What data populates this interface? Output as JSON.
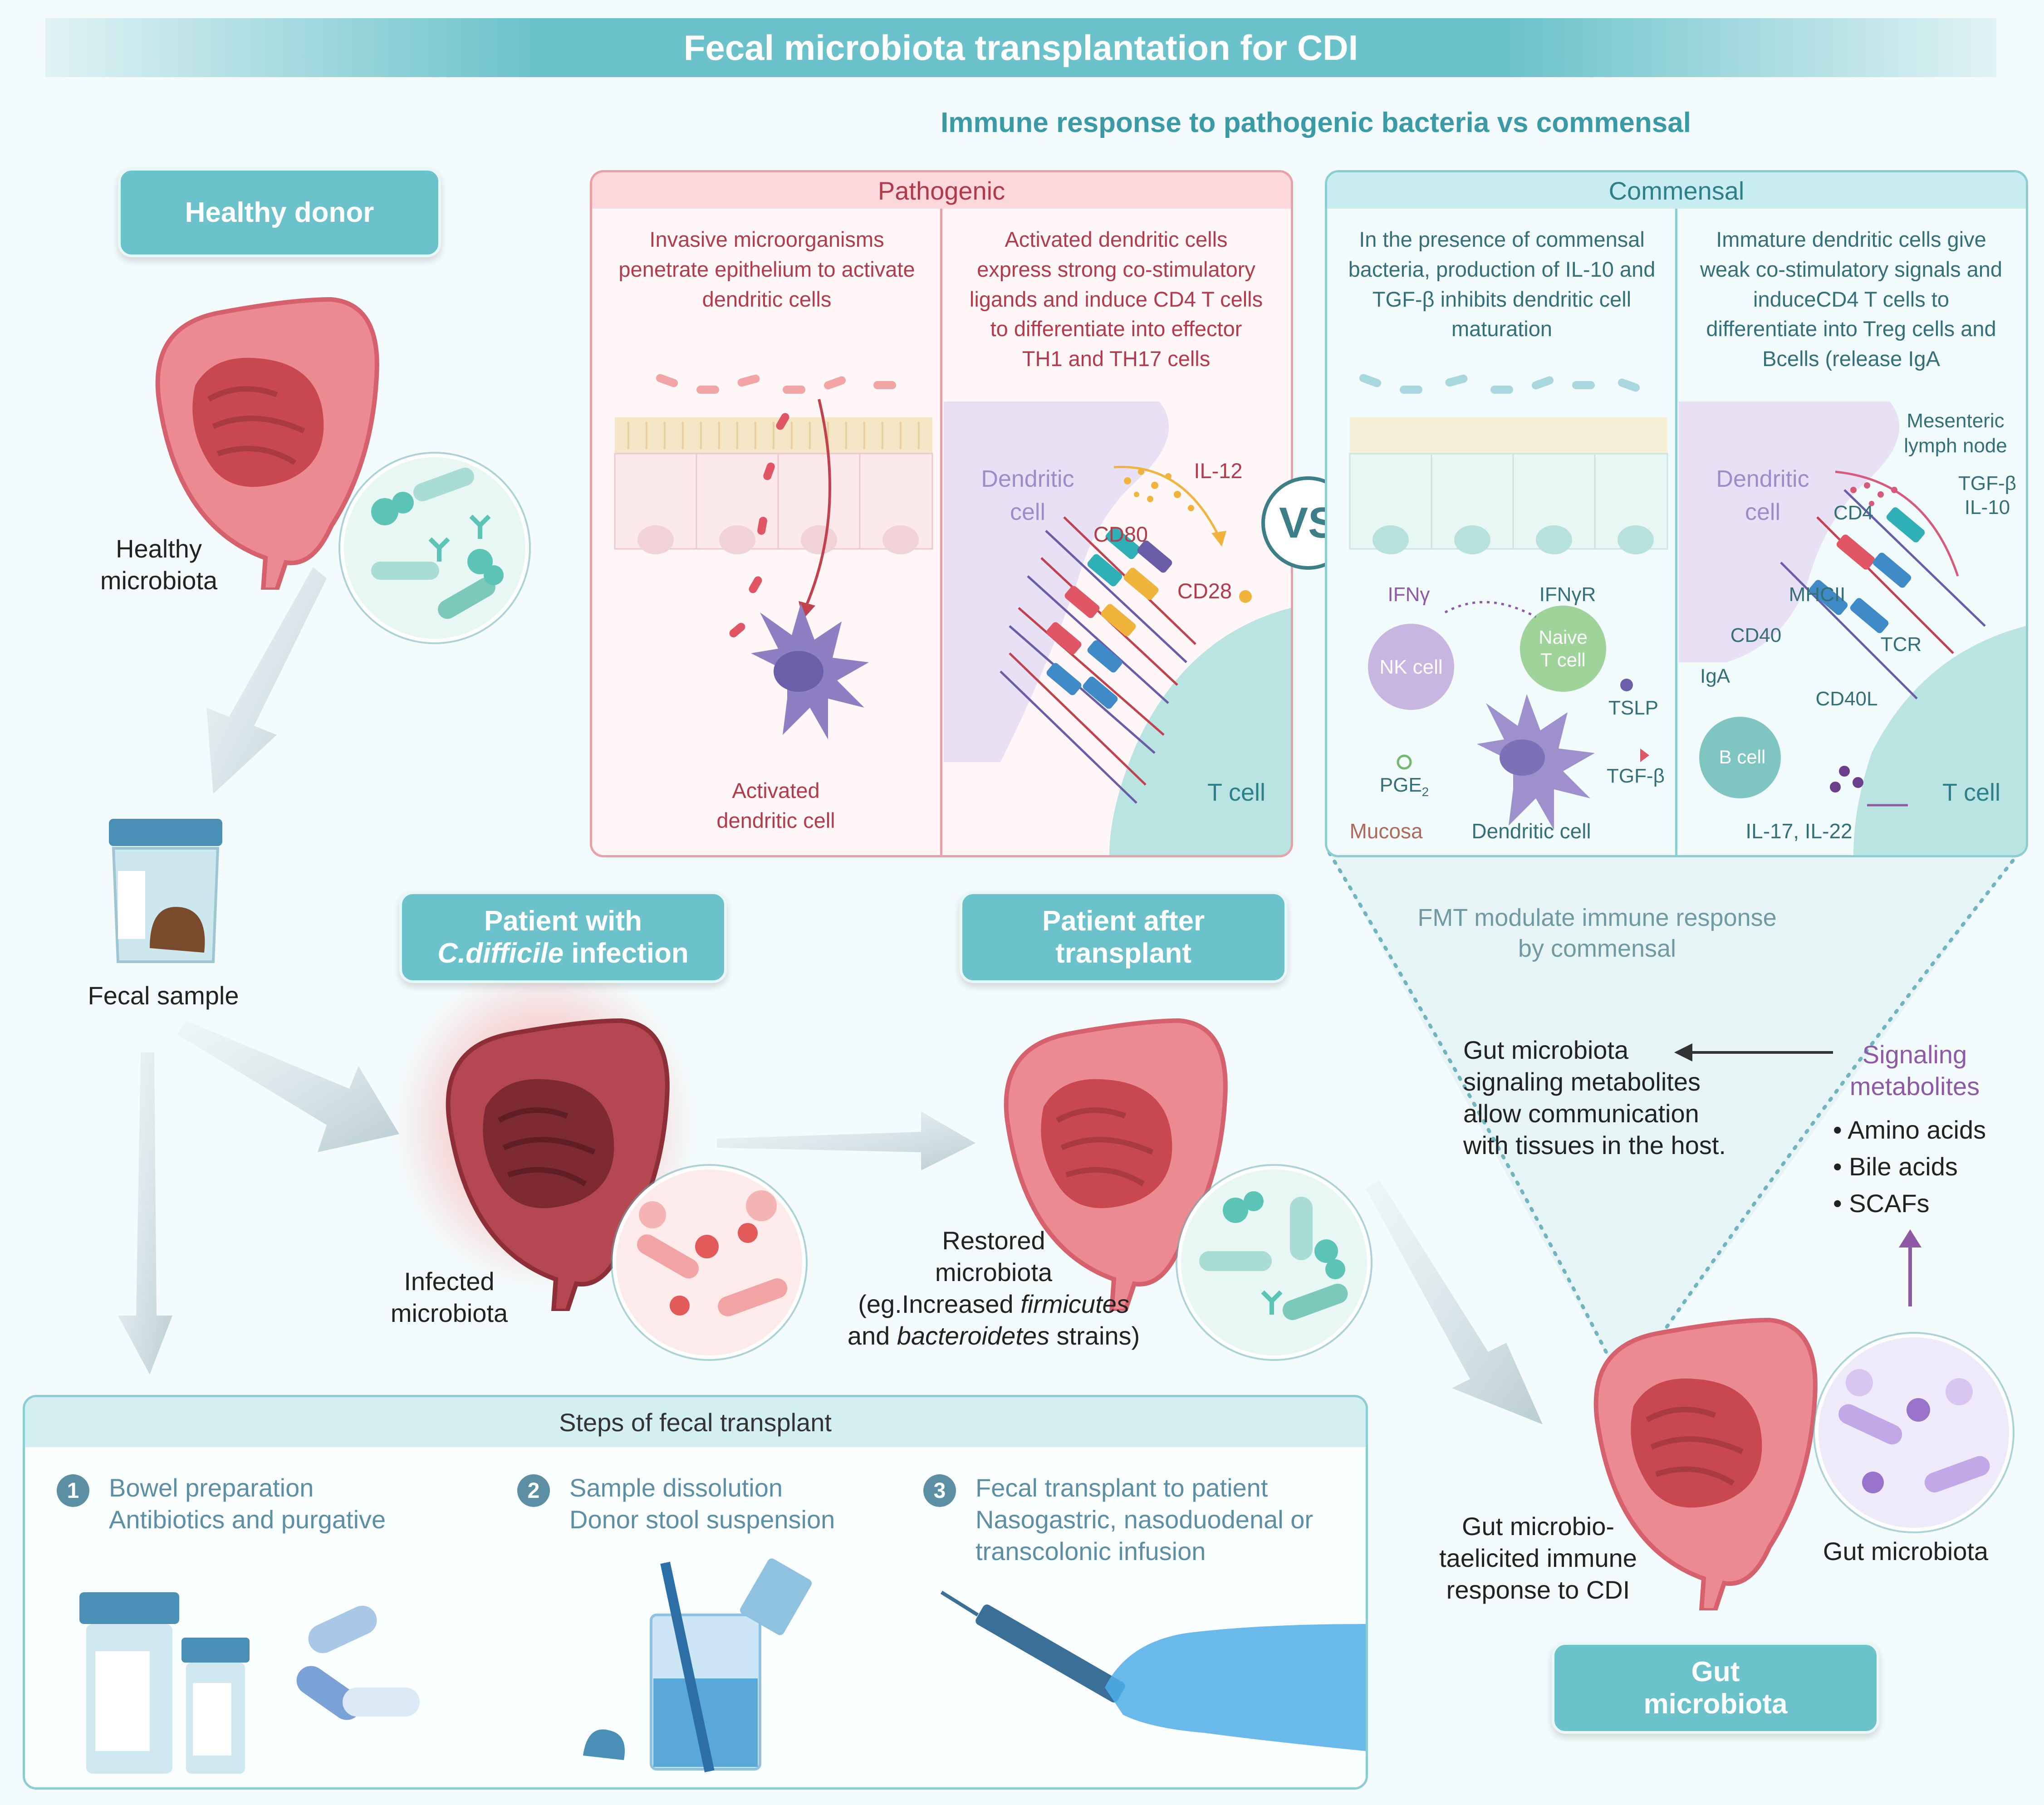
{
  "title": "Fecal microbiota transplantation for CDI",
  "subtitle": "Immune response to  pathogenic bacteria vs commensal",
  "healthy_donor": {
    "badge": "Healthy donor",
    "microbiota_label": [
      "Healthy",
      "microbiota"
    ]
  },
  "fecal_sample_label": "Fecal sample",
  "patient_cdi": {
    "badge_line1": "Patient with",
    "badge_italic": "C.difficile",
    "badge_rest": " infection",
    "microbiota_label": [
      "Infected",
      "microbiota"
    ]
  },
  "patient_after": {
    "badge": [
      "Patient after",
      "transplant"
    ],
    "label_line1": "Restored",
    "label_line2": "microbiota",
    "label_line3_pre": "(eg.Increased ",
    "label_line3_it": "firmicutes",
    "label_line4_pre": "and ",
    "label_line4_it": "bacteroidetes",
    "label_line4_post": " strains)"
  },
  "pathogenic": {
    "header": "Pathogenic",
    "col1_text": [
      "Invasive microorganisms",
      "penetrate epithelium to activate",
      "dendritic cells"
    ],
    "col2_text": [
      "Activated dendritic cells",
      "express strong co-stimulatory",
      "ligands and induce CD4 T cells",
      "to differentiate into effector",
      "TH1 and TH17 cells"
    ],
    "activated_dc": [
      "Activated",
      "dendritic cell"
    ],
    "dendritic_cell": [
      "Dendritic",
      "cell"
    ],
    "il12": "IL-12",
    "cd80": "CD80",
    "cd28": "CD28",
    "t_cell": "T cell"
  },
  "vs": "VS",
  "commensal": {
    "header": "Commensal",
    "col1_text": [
      "In the presence of commensal",
      "bacteria, production of IL-10 and",
      "TGF-β inhibits dendritic cell",
      "maturation"
    ],
    "col2_text": [
      "Immature dendritic cells give",
      "weak co-stimulatory signals and",
      "induceCD4 T cells to",
      "differentiate into Treg cells and",
      "Bcells (release IgA"
    ],
    "ifng": "IFNγ",
    "ifngr": "IFNγR",
    "nk_cell": "NK cell",
    "naive_t": [
      "Naive",
      "T cell"
    ],
    "tslp": "TSLP",
    "pge2": "PGE",
    "pge2_sub": "2",
    "tgfb": "TGF-β",
    "mucosa": "Mucosa",
    "dendritic_cell_bottom": "Dendritic cell",
    "mesenteric": [
      "Mesenteric",
      "lymph node"
    ],
    "dendritic_cell": [
      "Dendritic",
      "cell"
    ],
    "cd4": "CD4",
    "tgfb_il10": [
      "TGF-β",
      "IL-10"
    ],
    "mhcii": "MHCII",
    "tcr": "TCR",
    "cd40": "CD40",
    "iga": "IgA",
    "cd40l": "CD40L",
    "b_cell": "B cell",
    "t_cell": "T cell",
    "il17": "IL-17, IL-22"
  },
  "fmt_modulate": [
    "FMT modulate immune response",
    "by commensal"
  ],
  "gut_signaling": [
    "Gut microbiota",
    "signaling metabolites",
    "allow communication",
    "with tissues in the host."
  ],
  "signaling_metabolites": {
    "title": [
      "Signaling",
      "metabolites"
    ],
    "items": [
      "Amino acids",
      "Bile acids",
      "SCAFs"
    ]
  },
  "gut_elicited": [
    "Gut microbio-",
    "taelicited immune",
    "response to CDI"
  ],
  "gut_microbiota_label": "Gut microbiota",
  "gut_microbiota_badge": [
    "Gut",
    "microbiota"
  ],
  "steps": {
    "header": "Steps of fecal transplant",
    "items": [
      {
        "num": "1",
        "title": "Bowel preparation",
        "lines": [
          "Antibiotics and purgative"
        ]
      },
      {
        "num": "2",
        "title": "Sample dissolution",
        "lines": [
          "Donor stool suspension"
        ]
      },
      {
        "num": "3",
        "title": "Fecal transplant to patient",
        "lines": [
          "Nasogastric, nasoduodenal or",
          "transcolonic infusion"
        ]
      }
    ]
  },
  "colors": {
    "teal": "#6cc2cb",
    "pathogenic_red": "#b33b4b",
    "intestine_pink": "#e87a84",
    "purple": "#8e5aa6"
  }
}
